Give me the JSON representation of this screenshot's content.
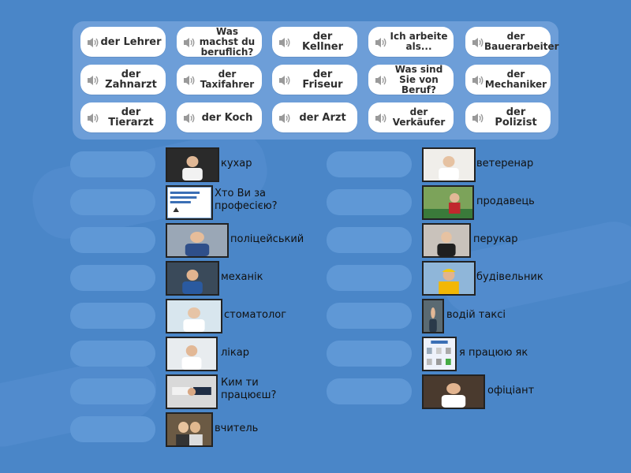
{
  "tiles": [
    {
      "text": "der Lehrer"
    },
    {
      "text": "Was machst du beruflich?"
    },
    {
      "text": "der Kellner"
    },
    {
      "text": "Ich arbeite als..."
    },
    {
      "text": "der Bauerarbeiter"
    },
    {
      "text": "der Zahnarzt"
    },
    {
      "text": "der Taxifahrer"
    },
    {
      "text": "der Friseur"
    },
    {
      "text": "Was sind Sie von Beruf?"
    },
    {
      "text": "der Mechaniker"
    },
    {
      "text": "der Tierarzt"
    },
    {
      "text": "der Koch"
    },
    {
      "text": "der Arzt"
    },
    {
      "text": "der Verkäufer"
    },
    {
      "text": "der Polizist"
    }
  ],
  "left_items": [
    {
      "label": "кухар",
      "image": "chef-photo"
    },
    {
      "label": "Хто Ви за професією?",
      "image": "slide-thumbnail"
    },
    {
      "label": "поліцейський",
      "image": "police-officer-photo"
    },
    {
      "label": "механік",
      "image": "mechanic-photo"
    },
    {
      "label": "стоматолог",
      "image": "dentist-photo"
    },
    {
      "label": "лікар",
      "image": "doctor-photo"
    },
    {
      "label": "Ким ти працюєш?",
      "image": "handshake-photo"
    },
    {
      "label": "вчитель",
      "image": "teachers-photo"
    }
  ],
  "right_items": [
    {
      "label": "ветеренар",
      "image": "veterinarian-photo"
    },
    {
      "label": "продавець",
      "image": "shop-assistant-photo"
    },
    {
      "label": "перукар",
      "image": "hairdresser-photo"
    },
    {
      "label": "будівельник",
      "image": "construction-worker-photo"
    },
    {
      "label": "водій таксі",
      "image": "taxi-driver-photo"
    },
    {
      "label": "я працюю як",
      "image": "worksheet-thumbnail"
    },
    {
      "label": "офіціант",
      "image": "waiter-photo"
    }
  ]
}
